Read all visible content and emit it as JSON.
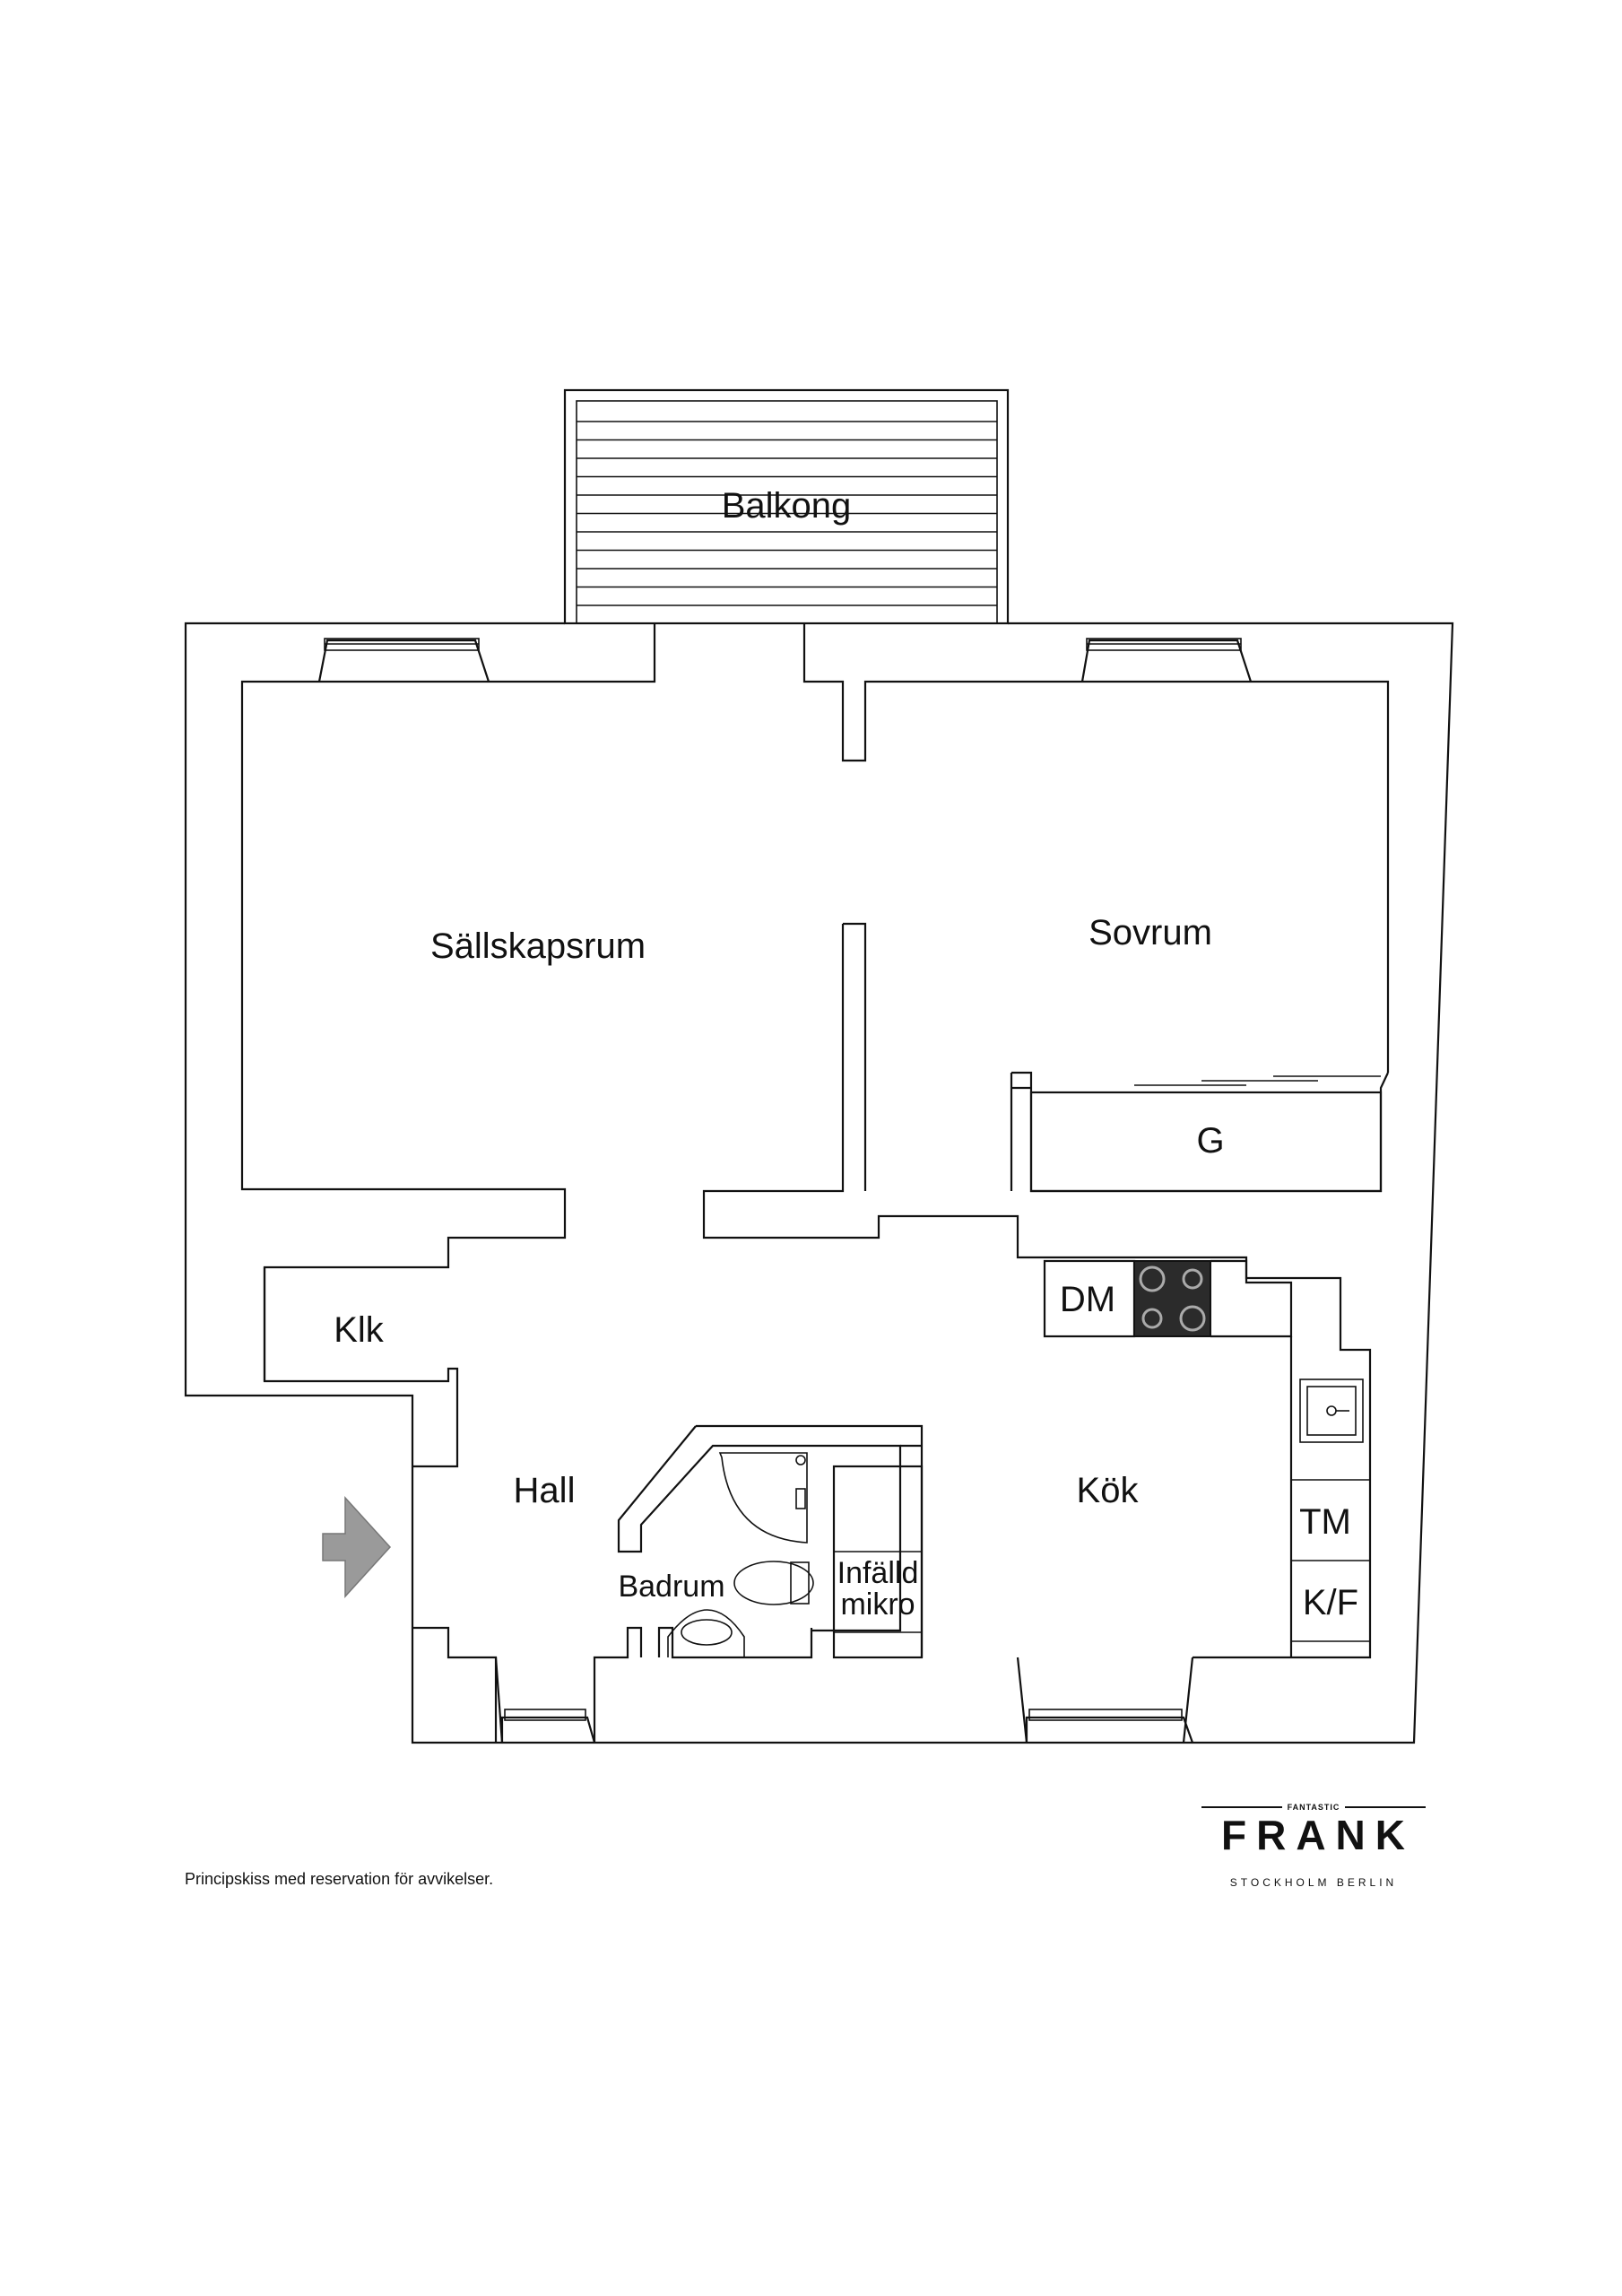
{
  "rooms": {
    "balcony": "Balkong",
    "living": "Sällskapsrum",
    "bedroom": "Sovrum",
    "wardrobe": "G",
    "closet": "Klk",
    "hall": "Hall",
    "bathroom": "Badrum",
    "kitchen": "Kök",
    "dishwasher": "DM",
    "microwave_line1": "Infälld",
    "microwave_line2": "mikro",
    "washer": "TM",
    "fridge_freezer": "K/F"
  },
  "footer": {
    "disclaimer": "Principskiss med reservation för avvikelser."
  },
  "brand": {
    "tagline": "FANTASTIC",
    "name": "FRANK",
    "cities": "STOCKHOLM BERLIN"
  },
  "icons": {
    "entrance": "entrance-arrow-icon",
    "stove": "stove-icon",
    "sink": "kitchen-sink-icon",
    "shower": "shower-icon",
    "toilet": "toilet-icon",
    "washbasin": "washbasin-icon"
  },
  "colors": {
    "line": "#111111",
    "stove_fill": "#2b2b2b",
    "arrow_fill": "#9a9a9a"
  }
}
